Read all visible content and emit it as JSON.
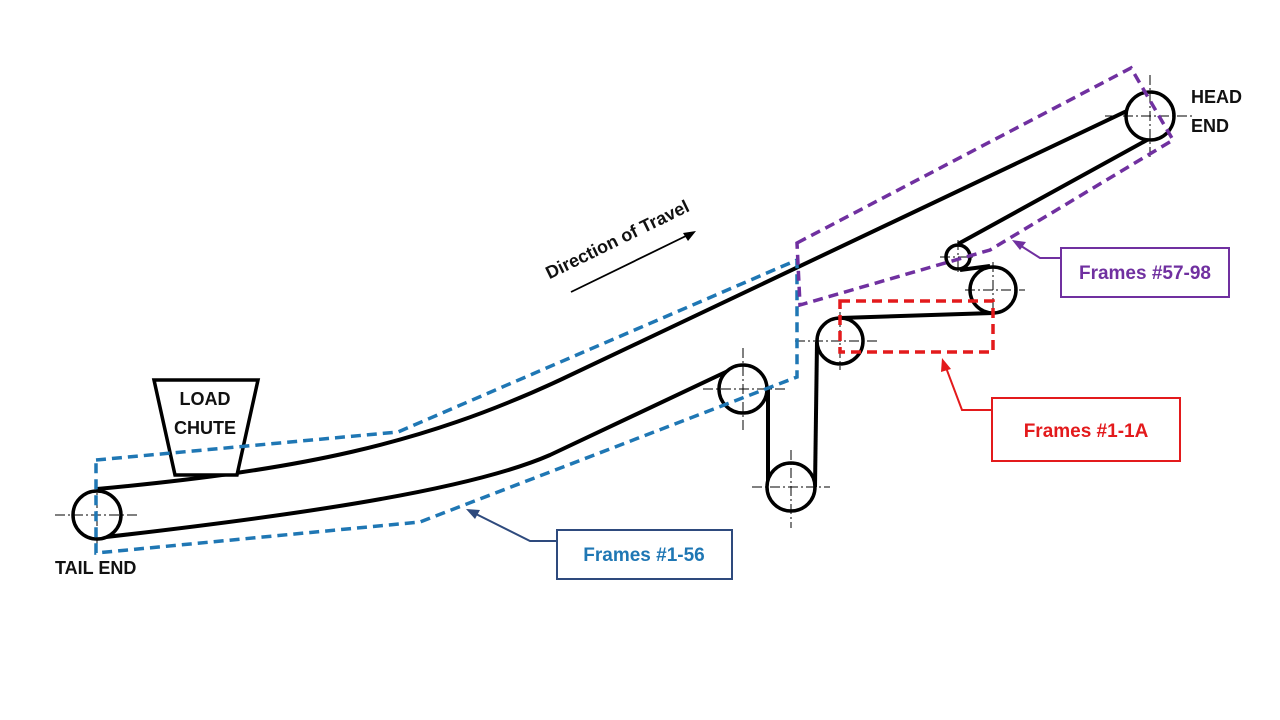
{
  "labels": {
    "head_end_line1": "HEAD",
    "head_end_line2": "END",
    "tail_end": "TAIL END",
    "load_chute_line1": "LOAD",
    "load_chute_line2": "CHUTE",
    "direction": "Direction of Travel"
  },
  "callouts": {
    "frames_1_56": "Frames #1-56",
    "frames_57_98": "Frames #57-98",
    "frames_1_1a": "Frames #1-1A"
  },
  "colors": {
    "blue": "#1f77b4",
    "purple": "#7030a0",
    "red": "#e31a1c",
    "navy": "#2e4a7d"
  }
}
